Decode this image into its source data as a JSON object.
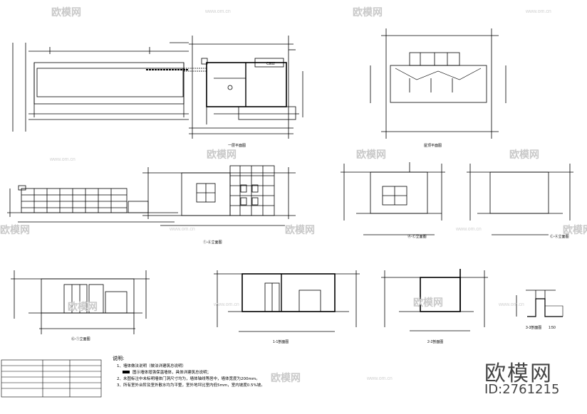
{
  "watermark": {
    "brand": "欧模网",
    "url": "www.om.cn"
  },
  "brand_block": {
    "name": "欧模网",
    "id": "ID:2761215"
  },
  "notes": {
    "title": "说明:",
    "line1": "1、墙体做法说明（做法详建筑总说明）",
    "line2": "图示墙体增强保温墙体，具体详建筑总说明；",
    "line3": "2、未图标注中未标明墙体门洞尺寸均为，墙体轴线等居中，墙体宽度为200mm。",
    "line4": "3、所有室外台阶及室外散水均为平整，室外地坪比室内低5mm，室内坡度0.5%坡。"
  },
  "drawing_labels": {
    "plan1": "一层平面图",
    "plan2": "屋顶平面图",
    "elev1": "①-⑥立面图",
    "elev2": "Ⓐ-Ⓒ立面图",
    "elev3": "Ⓒ-Ⓐ立面图",
    "elev4": "⑥-①立面图",
    "sec1": "1-1剖面图",
    "sec2": "2-2剖面图",
    "sec3": "3-3剖面图",
    "sec3_scale": "1:50",
    "room": "C802"
  },
  "colors": {
    "line": "#000000",
    "watermark": "#c9c9c9"
  }
}
